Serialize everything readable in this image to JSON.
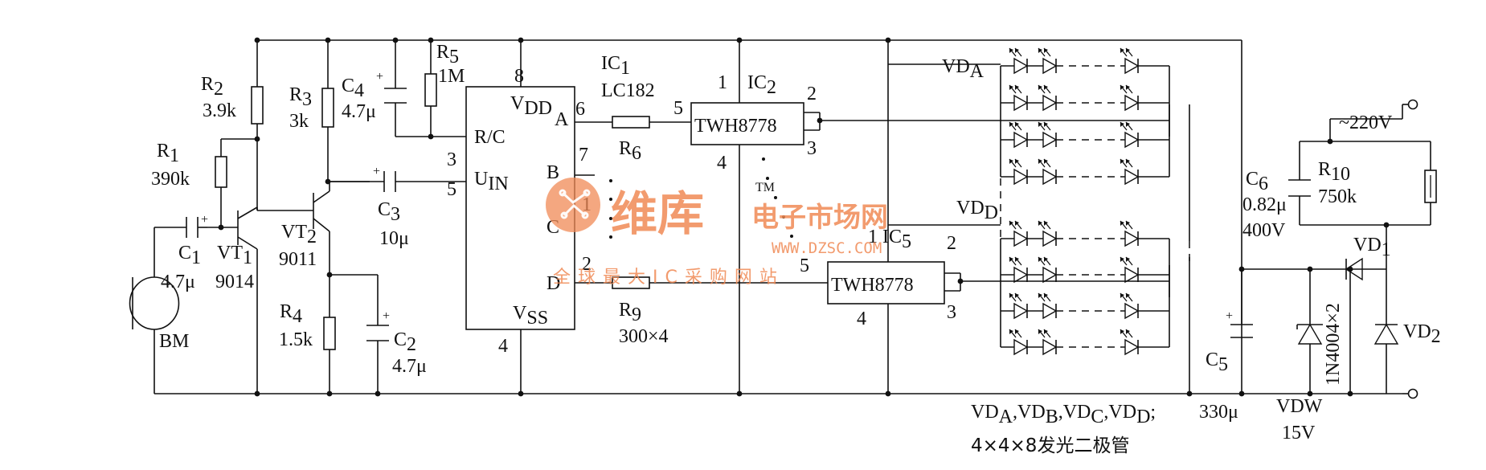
{
  "labels": {
    "R1": "R",
    "R1_sub": "1",
    "R1_val": "390k",
    "R2": "R",
    "R2_sub": "2",
    "R2_val": "3.9k",
    "R3": "R",
    "R3_sub": "3",
    "R3_val": "3k",
    "R4": "R",
    "R4_sub": "4",
    "R4_val": "1.5k",
    "R5": "R",
    "R5_sub": "5",
    "R5_val": "1M",
    "R6": "R",
    "R6_sub": "6",
    "R9": "R",
    "R9_sub": "9",
    "R9_val": "300×4",
    "R10": "R",
    "R10_sub": "10",
    "R10_val": "750k",
    "C1": "C",
    "C1_sub": "1",
    "C1_val": "4.7μ",
    "C2": "C",
    "C2_sub": "2",
    "C2_val": "4.7μ",
    "C3": "C",
    "C3_sub": "3",
    "C3_val": "10μ",
    "C4": "C",
    "C4_sub": "4",
    "C4_val": "4.7μ",
    "C5": "C",
    "C5_sub": "5",
    "C5_val": "330μ",
    "C6": "C",
    "C6_sub": "6",
    "C6_val1": "0.82μ",
    "C6_val2": "400V",
    "VT1": "VT",
    "VT1_sub": "1",
    "VT1_val": "9014",
    "VT2": "VT",
    "VT2_sub": "2",
    "VT2_val": "9011",
    "BM": "BM",
    "IC1": "IC",
    "IC1_sub": "1",
    "IC1_val": "LC182",
    "IC2": "IC",
    "IC2_sub": "2",
    "IC2_val": "TWH8778",
    "IC5": "IC",
    "IC5_sub": "5",
    "IC5_val": "TWH8778",
    "pin_vdd": "V",
    "pin_vdd_sub": "DD",
    "pin_rc": "R/C",
    "pin_uin": "U",
    "pin_uin_sub": "IN",
    "pin_vss": "V",
    "pin_vss_sub": "SS",
    "pin_A": "A",
    "pin_B": "B",
    "pin_C": "C",
    "pin_D": "D",
    "n8": "8",
    "n6": "6",
    "n3": "3",
    "n5": "5",
    "n7": "7",
    "n1": "1",
    "n2": "2",
    "n4": "4",
    "ic2_p1": "1",
    "ic2_p2": "2",
    "ic2_p3": "3",
    "ic2_p4": "4",
    "ic2_p5": "5",
    "ic5_p1": "1",
    "ic5_p2": "2",
    "ic5_p3": "3",
    "ic5_p4": "4",
    "ic5_p5": "5",
    "VDA": "VD",
    "VDA_sub": "A",
    "VDD": "VD",
    "VDD_sub": "D",
    "VD1": "VD",
    "VD1_sub": "1",
    "VD2": "VD",
    "VD2_sub": "2",
    "VDW": "VDW",
    "VDW_val": "15V",
    "diode_vert": "1N4004×2",
    "mains": "~220V",
    "legend1": "VD",
    "legend1_a": "A",
    "legend1_b": "B",
    "legend1_c": "C",
    "legend1_d": "D",
    "legend2": "4×4×8发光二极管"
  },
  "watermark": {
    "brand_cn": "维库",
    "brand_tail": "电子市场网",
    "tm": "TM",
    "url": "WWW.DZSC.COM",
    "slogan": "全球最大IC采购网站"
  },
  "colors": {
    "ink": "#111111",
    "watermark": "#f08a55"
  }
}
